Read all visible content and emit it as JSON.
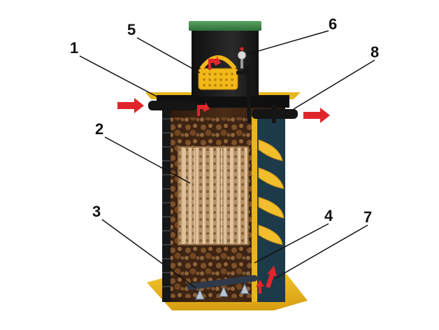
{
  "callouts": [
    {
      "id": "1",
      "label": "1"
    },
    {
      "id": "2",
      "label": "2"
    },
    {
      "id": "3",
      "label": "3"
    },
    {
      "id": "4",
      "label": "4"
    },
    {
      "id": "5",
      "label": "5"
    },
    {
      "id": "6",
      "label": "6"
    },
    {
      "id": "7",
      "label": "7"
    },
    {
      "id": "8",
      "label": "8"
    }
  ],
  "colors": {
    "tank_body": "#3b2314",
    "tank_yellow": "#e7b51c",
    "lid_green": "#3f8a4c",
    "arrow_red": "#e0262b",
    "pipe_black": "#1a1a1a",
    "cassette": "#c8a77a"
  }
}
